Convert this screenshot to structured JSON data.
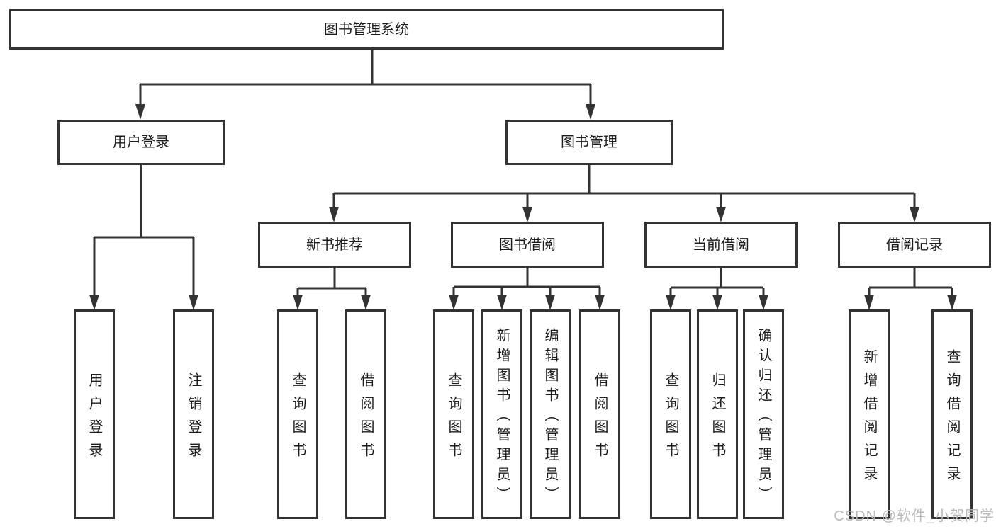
{
  "diagram": {
    "root": {
      "label": "图书管理系统"
    },
    "level2": [
      {
        "label": "用户登录"
      },
      {
        "label": "图书管理"
      }
    ],
    "level3": [
      {
        "label": "新书推荐",
        "parent": "图书管理"
      },
      {
        "label": "图书借阅",
        "parent": "图书管理"
      },
      {
        "label": "当前借阅",
        "parent": "图书管理"
      },
      {
        "label": "借阅记录",
        "parent": "图书管理"
      }
    ],
    "leaves": [
      {
        "label": "用户登录",
        "parent": "用户登录"
      },
      {
        "label": "注销登录",
        "parent": "用户登录"
      },
      {
        "label": "查询图书",
        "parent": "新书推荐"
      },
      {
        "label": "借阅图书",
        "parent": "新书推荐"
      },
      {
        "label": "查询图书",
        "parent": "图书借阅"
      },
      {
        "label": "新增图书（管理员）",
        "parent": "图书借阅"
      },
      {
        "label": "编辑图书（管理员）",
        "parent": "图书借阅"
      },
      {
        "label": "借阅图书",
        "parent": "图书借阅"
      },
      {
        "label": "查询图书",
        "parent": "当前借阅"
      },
      {
        "label": "归还图书",
        "parent": "当前借阅"
      },
      {
        "label": "确认归还（管理员）",
        "parent": "当前借阅"
      },
      {
        "label": "新增借阅记录",
        "parent": "借阅记录"
      },
      {
        "label": "查询借阅记录",
        "parent": "借阅记录"
      }
    ]
  },
  "watermark": {
    "text": "CSDN @软件_小贺同学"
  },
  "colors": {
    "line": "#333333",
    "text": "#1c1c1c",
    "watermark": "#b9b9b9",
    "background": "#ffffff"
  }
}
